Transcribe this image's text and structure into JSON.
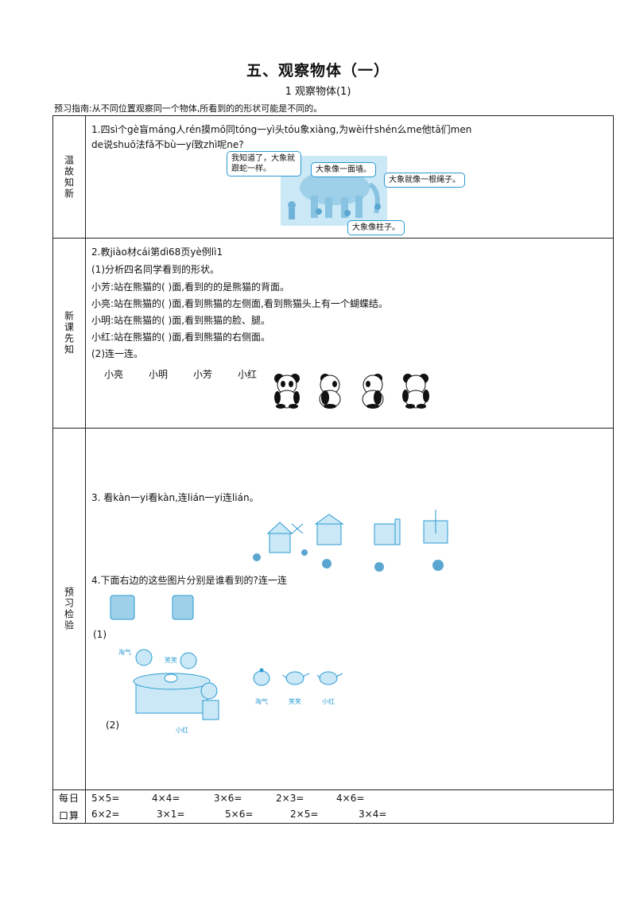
{
  "header": {
    "title": "五、观察物体（一）",
    "subtitle": "1   观察物体(1)",
    "guide": "预习指南:从不同位置观察同一个物体,所看到的的形状可能是不同的。"
  },
  "sections": {
    "review": {
      "label": "温故知新",
      "line1": "1.四sì个gè盲máng人rén摸mō同tóng一yì头tóu象xiàng,为wèi什shén么me他tā们men",
      "line2": "de说shuō法fǎ不bù一yí致zhì呢ne?",
      "bubbles": [
        "我知道了，大象就跟蛇一样。",
        "大象像一面墙。",
        "大象就像一根绳子。",
        "大象像柱子。"
      ]
    },
    "preview": {
      "label": "新课先知",
      "q2": "2.教jiào材cái第dì68页yè例lì1",
      "q2_1": "(1)分析四名同学看到的形状。",
      "lines": [
        "小芳:站在熊猫的(      )面,看到的的是熊猫的背面。",
        "小亮:站在熊猫的(      )面,看到熊猫的左侧面,看到熊猫头上有一个蝴蝶结。",
        "小明:站在熊猫的(      )面,看到熊猫的脸、腿。",
        "小红:站在熊猫的(      )面,看到熊猫的右侧面。"
      ],
      "q2_2": "(2)连一连。",
      "names": [
        "小亮",
        "小明",
        "小芳",
        "小红"
      ]
    },
    "check": {
      "label": "预习检验",
      "q3": "3. 看kàn一yi看kàn,连lián一yi连lián。",
      "q4": "4.下面右边的这些图片分别是谁看到的?连一连",
      "sub1": "(1)",
      "sub2": "(2)",
      "kid_labels": [
        "淘气",
        "笑笑",
        "小红"
      ],
      "teapot_labels": [
        "淘气",
        "笑笑",
        "小红"
      ]
    },
    "daily": {
      "label1": "每日",
      "label2": "口算",
      "row1": [
        "5×5=",
        "4×4=",
        "3×6=",
        "2×3=",
        "4×6="
      ],
      "row2": [
        "6×2=",
        "3×1=",
        "5×6=",
        "2×5=",
        "3×4="
      ]
    }
  },
  "colors": {
    "accent": "#2a9ad2",
    "scene": "#cbe8f6"
  }
}
